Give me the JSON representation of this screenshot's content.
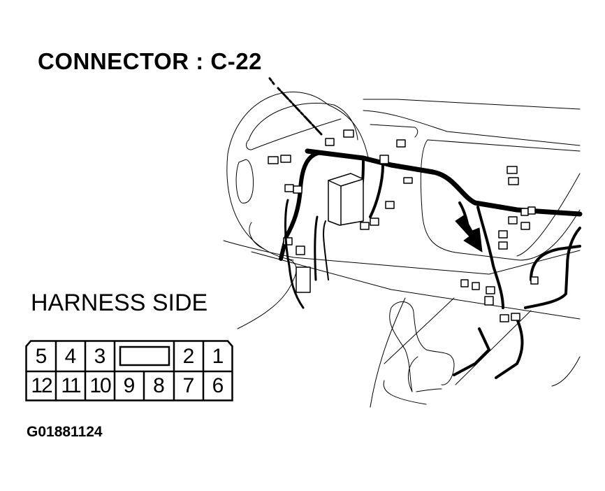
{
  "diagram": {
    "title": "CONNECTOR : C-22",
    "view_label": "HARNESS SIDE",
    "figure_id": "G01881124",
    "colors": {
      "line": "#000000",
      "background": "#ffffff"
    },
    "connector": {
      "name": "C-22",
      "rows": 2,
      "top_row": [
        {
          "pin": "5"
        },
        {
          "pin": "4"
        },
        {
          "pin": "3"
        },
        {
          "pin": "",
          "type": "lock-tab"
        },
        {
          "pin": "2"
        },
        {
          "pin": "1"
        }
      ],
      "bottom_row": [
        {
          "pin": "12"
        },
        {
          "pin": "11"
        },
        {
          "pin": "10"
        },
        {
          "pin": "9"
        },
        {
          "pin": "8"
        },
        {
          "pin": "7"
        },
        {
          "pin": "6"
        }
      ]
    },
    "illustration": {
      "subject": "instrument panel wiring harness behind steering wheel and center console",
      "callout": "arrow pointing to connector location"
    }
  }
}
